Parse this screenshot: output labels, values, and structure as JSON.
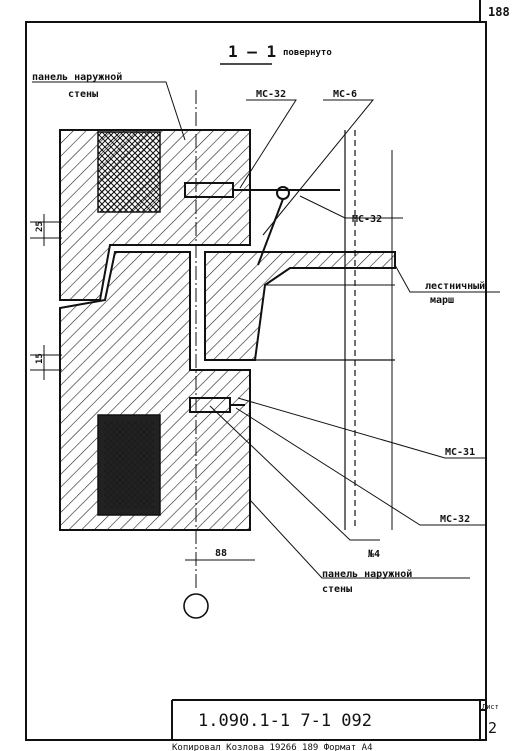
{
  "sheet": {
    "page_number": "188",
    "section_title": "1 — 1",
    "section_note": "повернуто"
  },
  "callouts": {
    "outer_panel_top_line1": "панель наружной",
    "outer_panel_top_line2": "стены",
    "mc32_top": "МС-32",
    "mc6": "МС-6",
    "mc32_right": "МС-32",
    "stair_line1": "лестничный",
    "stair_line2": "марш",
    "mc31": "МС-31",
    "mc32_bottom": "МС-32",
    "n4": "№4",
    "outer_panel_bottom_line1": "панель наружной",
    "outer_panel_bottom_line2": "стены"
  },
  "dimensions": {
    "joint_top": "25",
    "joint_mid": "15",
    "offset_bottom": "88"
  },
  "stamp": {
    "code": "1.090.1-1   7-1   092",
    "sheet_label": "Лист",
    "sheet_number": "2"
  },
  "footer": {
    "text": "Копировал   Козлова        19266     189     Формат  А4"
  }
}
